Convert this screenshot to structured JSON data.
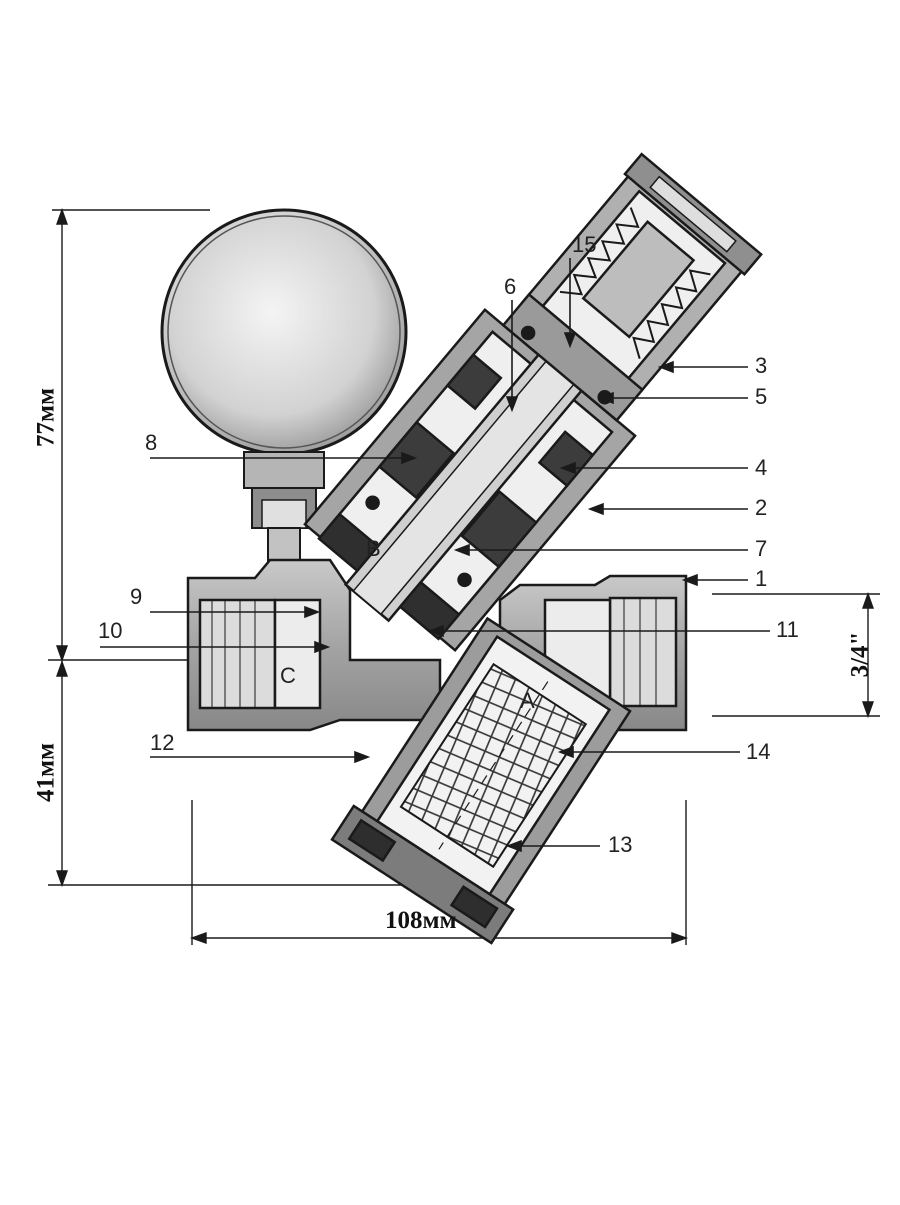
{
  "dimensions": {
    "height_top": "77мм",
    "height_bottom": "41мм",
    "width": "108мм",
    "thread": "3/4\""
  },
  "zones": {
    "a": "A",
    "b": "B",
    "c": "C"
  },
  "callouts": [
    "1",
    "2",
    "3",
    "4",
    "5",
    "6",
    "7",
    "8",
    "9",
    "10",
    "11",
    "12",
    "13",
    "14",
    "15"
  ],
  "colors": {
    "line": "#1a1a1a",
    "body": "#a9a9a9",
    "dark": "#3c3c3c",
    "gauge": "#d6d6d6"
  }
}
